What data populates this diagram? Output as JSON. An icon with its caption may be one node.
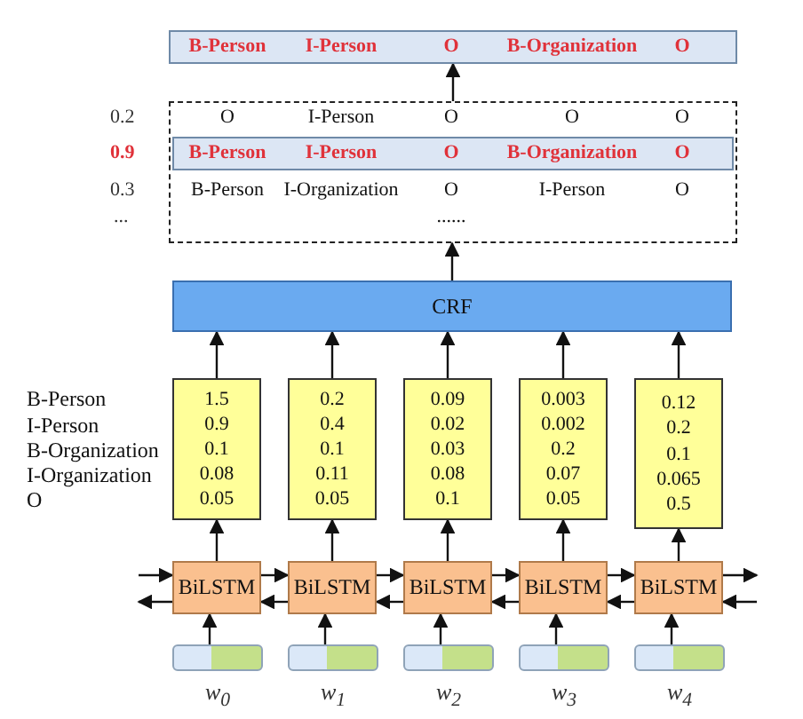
{
  "diagram": {
    "nodes": [
      {
        "text": [
          "B-Person",
          "I-Person",
          "O",
          "B-Organization",
          "O"
        ]
      },
      {
        "text": [
          "O",
          "I-Person",
          "O",
          "O",
          "O",
          "B-Person",
          "I-Organization",
          "O",
          "I-Person",
          "O",
          "......"
        ]
      },
      {
        "text": [
          "B-Person",
          "I-Person",
          "O",
          "B-Organization",
          "O"
        ],
        "in": 1
      },
      {
        "text": [
          "CRF"
        ]
      },
      {
        "text": [
          "1.5",
          "0.9",
          "0.1",
          "0.08",
          "0.05"
        ]
      },
      {
        "text": [
          "0.2",
          "0.4",
          "0.1",
          "0.11",
          "0.05"
        ]
      },
      {
        "text": [
          "0.09",
          "0.02",
          "0.03",
          "0.08",
          "0.1"
        ]
      },
      {
        "text": [
          "0.003",
          "0.002",
          "0.2",
          "0.07",
          "0.05"
        ]
      },
      {
        "text": [
          "0.12",
          "0.2",
          "0.1",
          "0.065",
          "0.5"
        ]
      },
      {
        "text": [
          "BiLSTM"
        ]
      },
      {
        "text": [
          "BiLSTM"
        ]
      },
      {
        "text": [
          "BiLSTM"
        ]
      },
      {
        "text": [
          "BiLSTM"
        ]
      },
      {
        "text": [
          "BiLSTM"
        ]
      },
      {
        "text": [],
        "shape": "box",
        "beside": [
          "w$_{0}$"
        ]
      },
      {
        "text": [],
        "shape": "box",
        "beside": [
          "w$_{1}$"
        ]
      },
      {
        "text": [],
        "shape": "box",
        "beside": [
          "w$_{2}$"
        ]
      },
      {
        "text": [],
        "shape": "box",
        "beside": [
          "w$_{3}$"
        ]
      },
      {
        "text": [],
        "shape": "box",
        "beside": [
          "w$_{4}$"
        ]
      }
    ],
    "edges": [
      {
        "from": 1,
        "to": 0,
        "arrow": "to"
      },
      {
        "from": 3,
        "to": 1,
        "arrow": "to"
      },
      {
        "from": 4,
        "to": 3,
        "arrow": "to"
      },
      {
        "from": 5,
        "to": 3,
        "arrow": "to"
      },
      {
        "from": 6,
        "to": 3,
        "arrow": "to"
      },
      {
        "from": 7,
        "to": 3,
        "arrow": "to"
      },
      {
        "from": 8,
        "to": 3,
        "arrow": "to"
      },
      {
        "from": 9,
        "to": 4,
        "arrow": "to"
      },
      {
        "from": 10,
        "to": 5,
        "arrow": "to"
      },
      {
        "from": 11,
        "to": 6,
        "arrow": "to"
      },
      {
        "from": 12,
        "to": 7,
        "arrow": "to"
      },
      {
        "from": 13,
        "to": 8,
        "arrow": "to"
      },
      {
        "from": 14,
        "to": 9,
        "arrow": "to"
      },
      {
        "from": 15,
        "to": 10,
        "arrow": "to"
      },
      {
        "from": 16,
        "to": 11,
        "arrow": "to"
      },
      {
        "from": 17,
        "to": 12,
        "arrow": "to"
      },
      {
        "from": 18,
        "to": 13,
        "arrow": "to"
      },
      {
        "from": null,
        "to": 9,
        "arrow": "to"
      },
      {
        "from": 9,
        "to": 10,
        "arrow": "to"
      },
      {
        "from": 10,
        "to": 11,
        "arrow": "to"
      },
      {
        "from": 11,
        "to": 12,
        "arrow": "to"
      },
      {
        "from": 12,
        "to": 13,
        "arrow": "to"
      },
      {
        "from": 13,
        "to": null,
        "arrow": "to"
      },
      {
        "from": null,
        "to": 13,
        "arrow": "to"
      },
      {
        "from": 13,
        "to": 12,
        "arrow": "to"
      },
      {
        "from": 12,
        "to": 11,
        "arrow": "to"
      },
      {
        "from": 11,
        "to": 10,
        "arrow": "to"
      },
      {
        "from": 10,
        "to": 9,
        "arrow": "to"
      },
      {
        "from": 9,
        "to": null,
        "arrow": "to"
      }
    ],
    "labels": [
      "0.2",
      "0.9",
      "0.3",
      "...",
      "B-Person",
      "I-Person",
      "B-Organization",
      "I-Organization",
      "O"
    ]
  }
}
